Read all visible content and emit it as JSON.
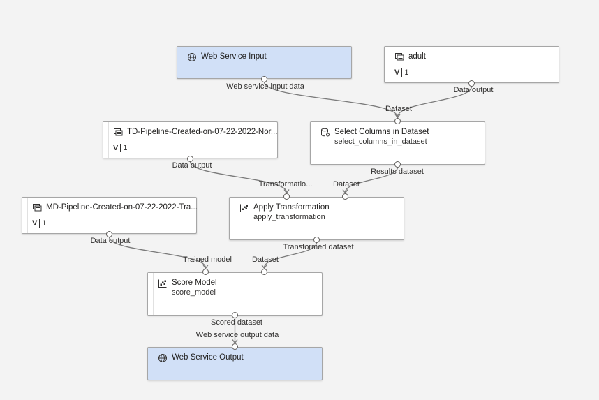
{
  "nodes": {
    "web_service_input": {
      "title": "Web Service Input",
      "icon": "globe-icon"
    },
    "adult": {
      "title": "adult",
      "version_letter": "V",
      "version_number": "1",
      "icon": "dataset-icon"
    },
    "td_pipeline": {
      "title": "TD-Pipeline-Created-on-07-22-2022-Nor...",
      "version_letter": "V",
      "version_number": "1",
      "icon": "dataset-icon"
    },
    "select_columns": {
      "title": "Select Columns in Dataset",
      "subtitle": "select_columns_in_dataset",
      "icon": "dataset-settings-icon"
    },
    "md_pipeline": {
      "title": "MD-Pipeline-Created-on-07-22-2022-Tra...",
      "version_letter": "V",
      "version_number": "1",
      "icon": "dataset-icon"
    },
    "apply_transformation": {
      "title": "Apply Transformation",
      "subtitle": "apply_transformation",
      "icon": "scatter-chart-icon"
    },
    "score_model": {
      "title": "Score Model",
      "subtitle": "score_model",
      "icon": "scatter-chart-icon"
    },
    "web_service_output": {
      "title": "Web Service Output",
      "icon": "globe-icon"
    }
  },
  "ports": {
    "wsi_out": "Web service input data",
    "adult_out": "Data output",
    "select_in": "Dataset",
    "select_out": "Results dataset",
    "td_out": "Data output",
    "apply_in_transform": "Transformatio...",
    "apply_in_dataset": "Dataset",
    "apply_out": "Transformed dataset",
    "md_out": "Data output",
    "score_in_model": "Trained model",
    "score_in_dataset": "Dataset",
    "score_out": "Scored dataset",
    "wso_in": "Web service output data"
  },
  "edges": [
    [
      "wsi_out",
      "select_in"
    ],
    [
      "adult_out",
      "select_in"
    ],
    [
      "td_out",
      "apply_in_transform"
    ],
    [
      "select_out",
      "apply_in_dataset"
    ],
    [
      "md_out",
      "score_in_model"
    ],
    [
      "apply_out",
      "score_in_dataset"
    ],
    [
      "score_out",
      "wso_in"
    ]
  ],
  "colors": {
    "canvas": "#f3f3f3",
    "webservice_fill": "#d1e0f7",
    "node_border": "#a6a6a6",
    "edge": "#7a7a7a"
  }
}
